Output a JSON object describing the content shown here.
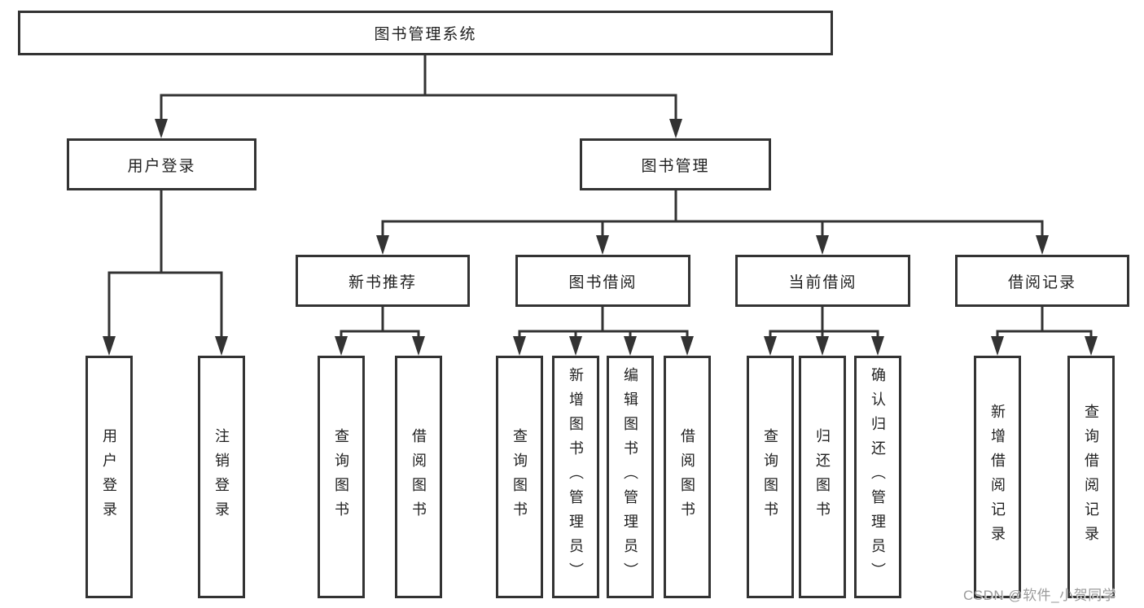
{
  "watermark": "CSDN @软件_小贺同学",
  "colors": {
    "line": "#333333",
    "box_border": "#333333",
    "text": "#1f1f1f",
    "watermark": "#9b9b9b",
    "background": "#ffffff"
  },
  "tree": {
    "root": "图书管理系统",
    "branches": [
      {
        "label": "用户登录",
        "children": [
          "用户登录",
          "注销登录"
        ]
      },
      {
        "label": "图书管理",
        "sections": [
          {
            "label": "新书推荐",
            "children": [
              "查询图书",
              "借阅图书"
            ]
          },
          {
            "label": "图书借阅",
            "children": [
              "查询图书",
              "新增图书（管理员）",
              "编辑图书（管理员）",
              "借阅图书"
            ]
          },
          {
            "label": "当前借阅",
            "children": [
              "查询图书",
              "归还图书",
              "确认归还（管理员）"
            ]
          },
          {
            "label": "借阅记录",
            "children": [
              "新增借阅记录",
              "查询借阅记录"
            ]
          }
        ]
      }
    ]
  }
}
